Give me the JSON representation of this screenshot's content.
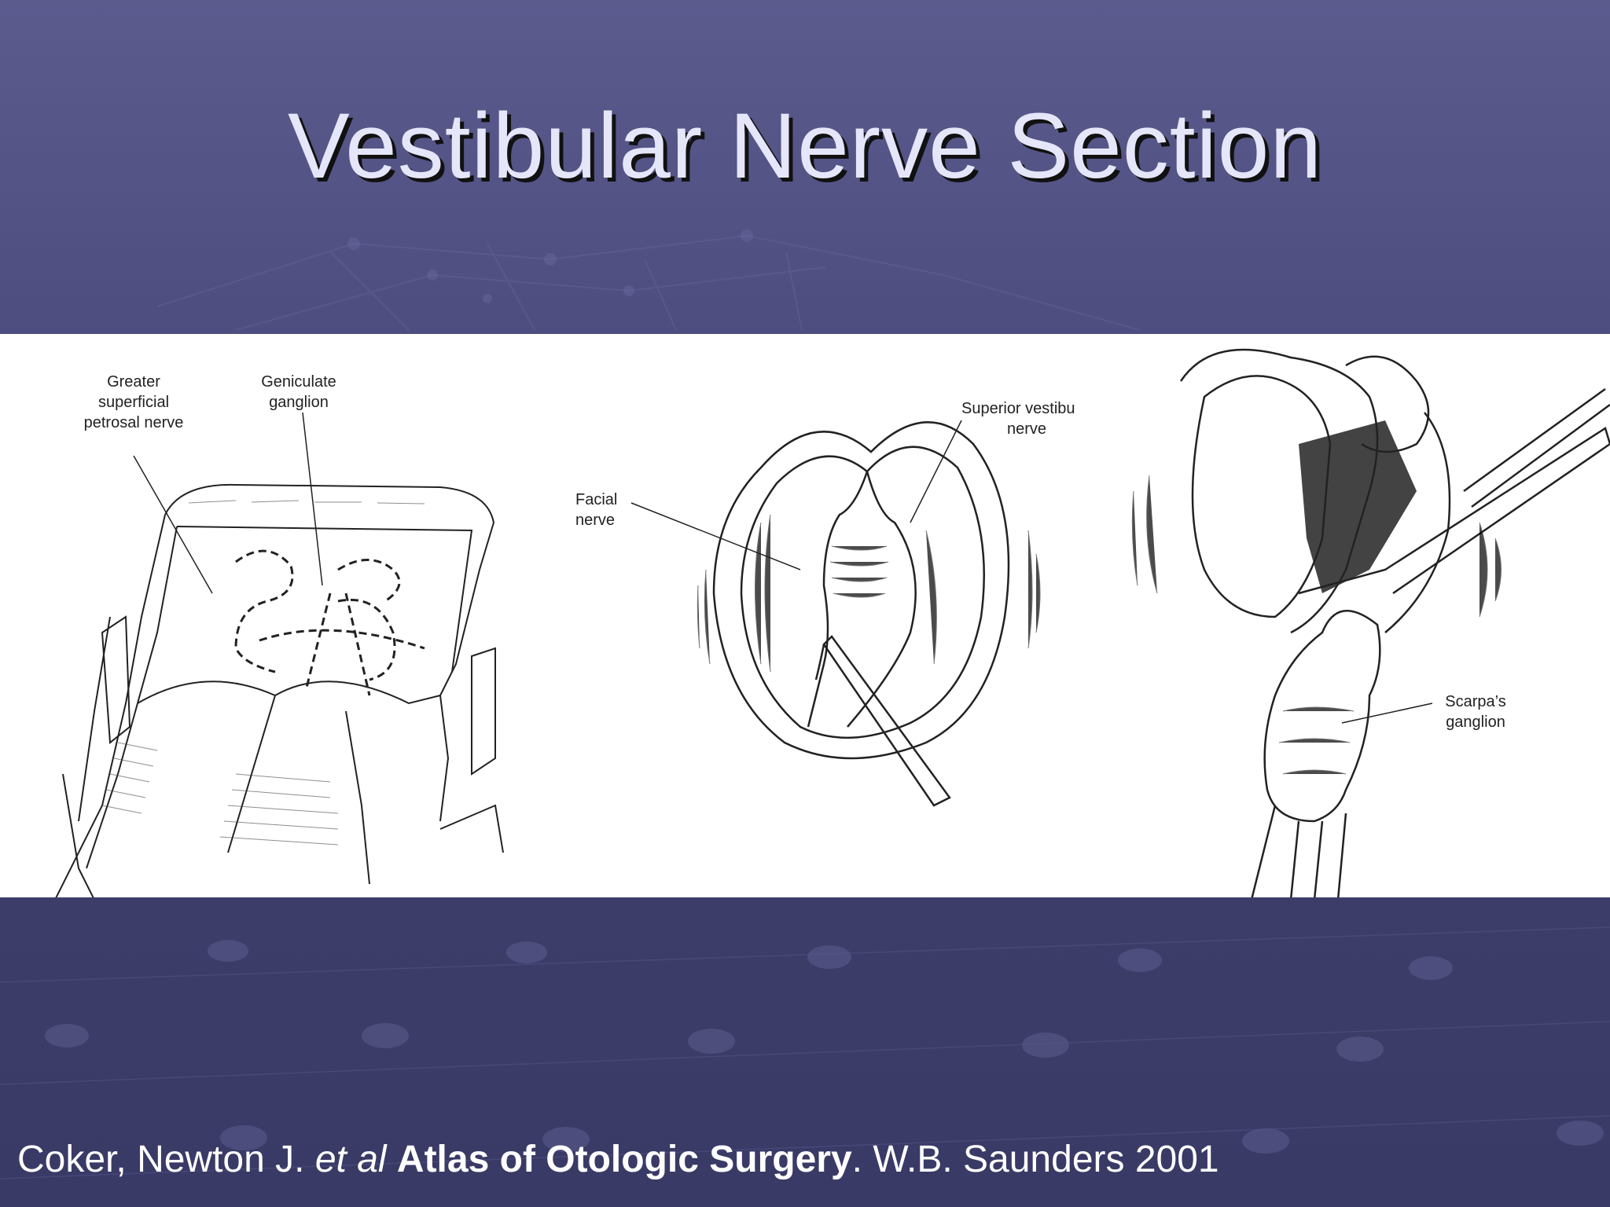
{
  "slide": {
    "title": "Vestibular Nerve Section"
  },
  "figures": [
    {
      "labels": {
        "greater_superficial_petrosal_nerve": [
          "Greater",
          "superficial",
          "petrosal nerve"
        ],
        "geniculate_ganglion": [
          "Geniculate",
          "ganglion"
        ]
      }
    },
    {
      "labels": {
        "superior_vestibular_nerve": [
          "Superior vestibu",
          "nerve"
        ],
        "facial_nerve": [
          "Facial",
          "nerve"
        ]
      }
    },
    {
      "labels": {
        "scarpas_ganglion": [
          "Scarpa’s",
          "ganglion"
        ]
      }
    }
  ],
  "citation": {
    "authors": "Coker, Newton J. ",
    "etal": "et al",
    "book": "Atlas of Otologic Surgery",
    "period": ".",
    "publisher": " W.B. Saunders 2001"
  }
}
